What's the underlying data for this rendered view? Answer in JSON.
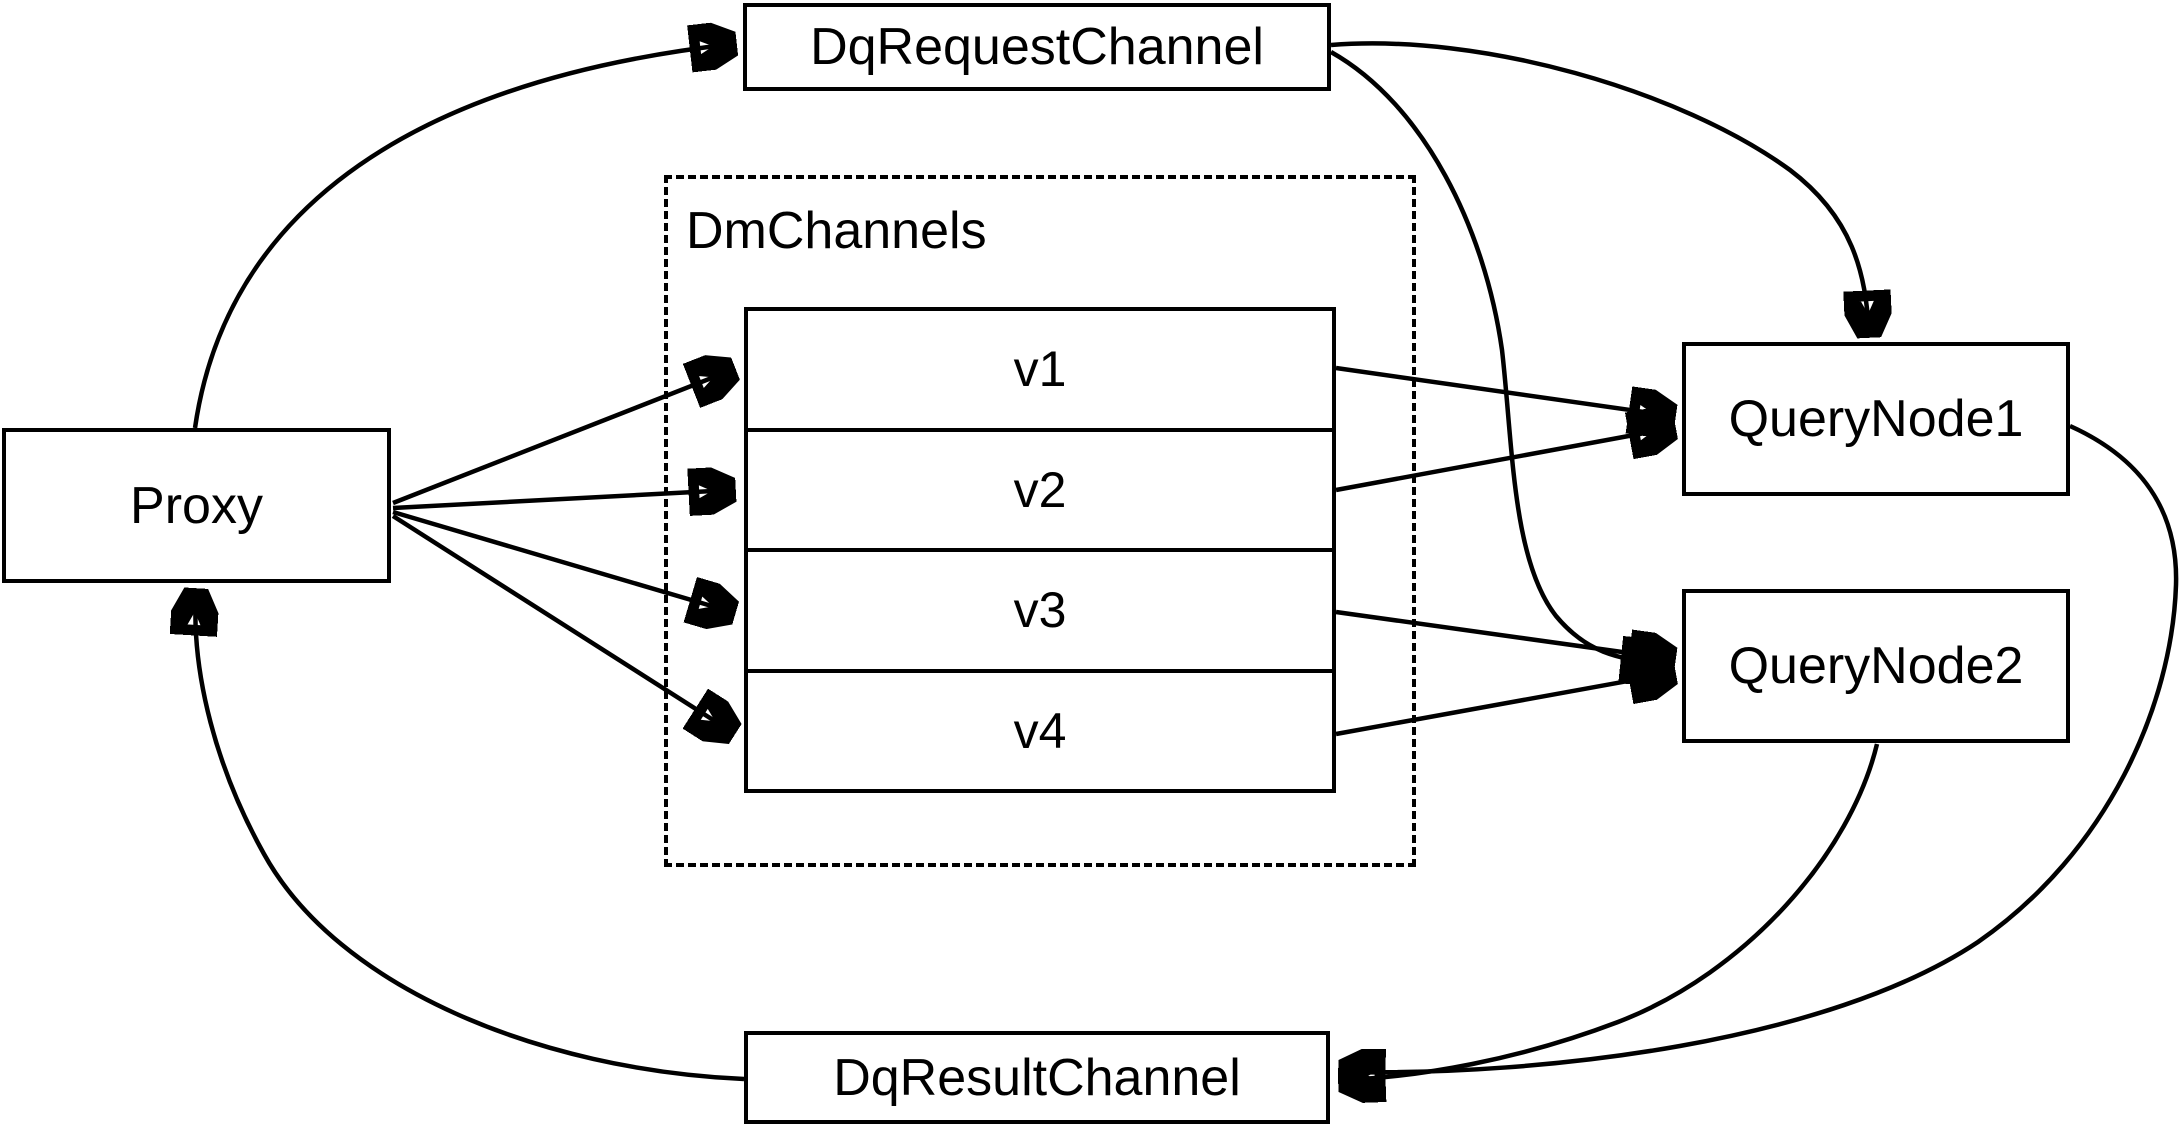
{
  "diagram": {
    "background_color": "#ffffff",
    "line_color": "#000000",
    "node_fill": "#ffffff",
    "nodes": {
      "proxy": {
        "label": "Proxy"
      },
      "dq_request_channel": {
        "label": "DqRequestChannel"
      },
      "dm_channels": {
        "label": "DmChannels",
        "channels": [
          "v1",
          "v2",
          "v3",
          "v4"
        ]
      },
      "query_node1": {
        "label": "QueryNode1"
      },
      "query_node2": {
        "label": "QueryNode2"
      },
      "dq_result_channel": {
        "label": "DqResultChannel"
      }
    },
    "edges": [
      {
        "from": "Proxy",
        "to": "DqRequestChannel"
      },
      {
        "from": "Proxy",
        "to": "v1"
      },
      {
        "from": "Proxy",
        "to": "v2"
      },
      {
        "from": "Proxy",
        "to": "v3"
      },
      {
        "from": "Proxy",
        "to": "v4"
      },
      {
        "from": "v1",
        "to": "QueryNode1"
      },
      {
        "from": "v2",
        "to": "QueryNode1"
      },
      {
        "from": "v3",
        "to": "QueryNode2"
      },
      {
        "from": "v4",
        "to": "QueryNode2"
      },
      {
        "from": "DqRequestChannel",
        "to": "QueryNode1"
      },
      {
        "from": "DqRequestChannel",
        "to": "QueryNode2"
      },
      {
        "from": "QueryNode1",
        "to": "DqResultChannel"
      },
      {
        "from": "QueryNode2",
        "to": "DqResultChannel"
      },
      {
        "from": "DqResultChannel",
        "to": "Proxy"
      }
    ]
  }
}
